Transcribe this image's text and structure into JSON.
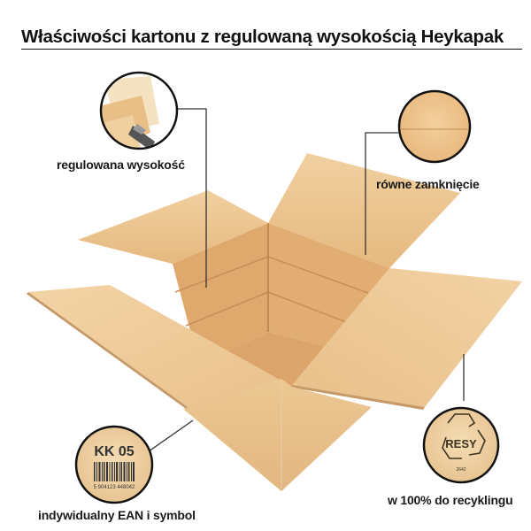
{
  "title": "Właściwości kartonu z regulowaną wysokością Heykapak",
  "features": [
    {
      "id": "adjustable-height",
      "label": "regulowana wysokość",
      "icon": "box-cutter-detail-icon"
    },
    {
      "id": "even-closure",
      "label": "równe zamknięcie",
      "icon": "flap-seam-detail-icon"
    },
    {
      "id": "ean-symbol",
      "label": "indywidualny EAN i symbol",
      "icon": "barcode-label-icon",
      "symbol": "KK 05",
      "barcode_digits": "5 904123 448042"
    },
    {
      "id": "recycling",
      "label": "w 100% do recyklingu",
      "icon": "recycle-icon",
      "logo_text": "RESY",
      "logo_code": "2642"
    }
  ],
  "colors": {
    "cardboard_light": "#f0cf9f",
    "cardboard_mid": "#e6b67c",
    "cardboard_inner": "#dba46a",
    "cardboard_dark": "#c98f55",
    "outline": "#111111",
    "leader_line": "#333333"
  }
}
